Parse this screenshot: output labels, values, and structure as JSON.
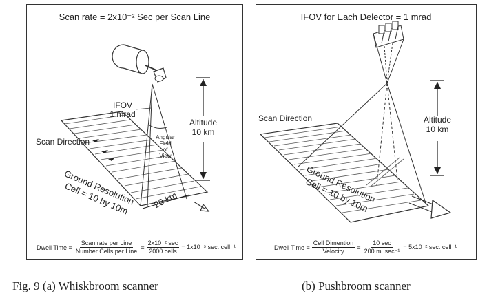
{
  "panel_a": {
    "title": "Scan rate = 2x10⁻² Sec per Scan Line",
    "ifov_label": "IFOV",
    "ifov_value": "1 mrad",
    "altitude_label": "Altitude",
    "altitude_value": "10 km",
    "afov_lines": [
      "Angular",
      "Field",
      "of",
      "View"
    ],
    "scan_direction": "Scan Direction",
    "ground_resolution_line1": "Ground Resolution",
    "ground_resolution_line2": "Cell = 10 by 10m",
    "swath_label": "20 km",
    "dwell": {
      "prefix": "Dwell Time =",
      "f1_num": "Scan rate per Line",
      "f1_den": "Number Cells per Line",
      "eq1": "=",
      "f2_num": "2x10⁻² sec",
      "f2_den": "2000 cells",
      "result": "= 1x10⁻⁵ sec. cell⁻¹"
    }
  },
  "panel_b": {
    "title": "IFOV for Each Delector = 1 mrad",
    "altitude_label": "Altitude",
    "altitude_value": "10 km",
    "scan_direction": "Scan Direction",
    "ground_resolution_line1": "Ground Resolution",
    "ground_resolution_line2": "Cell = 10 by 10m",
    "dwell": {
      "prefix": "Dwell Time =",
      "f1_num": "Cell Dimention",
      "f1_den": "Velocity",
      "eq1": "=",
      "f2_num": "10 sec",
      "f2_den": "200 m. sec⁻¹",
      "result": "= 5x10⁻² sec. cell⁻¹"
    }
  },
  "caption_a": "Fig. 9   (a) Whiskbroom scanner",
  "caption_b": "(b) Pushbroom scanner"
}
